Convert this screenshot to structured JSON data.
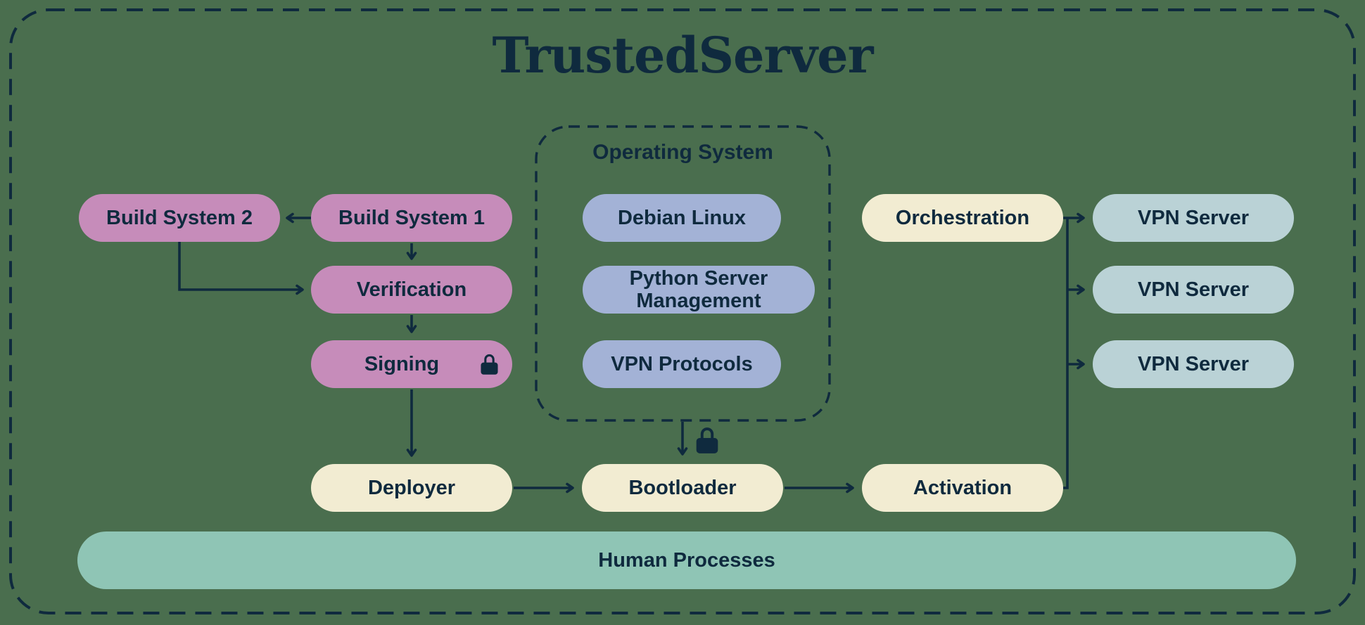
{
  "title": "TrustedServer",
  "groups": {
    "operating_system": {
      "label": "Operating System"
    }
  },
  "nodes": {
    "build_system_2": {
      "label": "Build System 2"
    },
    "build_system_1": {
      "label": "Build System 1"
    },
    "verification": {
      "label": "Verification"
    },
    "signing": {
      "label": "Signing",
      "icon": "lock-icon"
    },
    "debian_linux": {
      "label": "Debian Linux"
    },
    "python_server_management": {
      "label": "Python Server Management"
    },
    "vpn_protocols": {
      "label": "VPN Protocols"
    },
    "orchestration": {
      "label": "Orchestration"
    },
    "vpn_server_1": {
      "label": "VPN Server"
    },
    "vpn_server_2": {
      "label": "VPN Server"
    },
    "vpn_server_3": {
      "label": "VPN Server"
    },
    "deployer": {
      "label": "Deployer"
    },
    "bootloader": {
      "label": "Bootloader",
      "icon": "lock-icon"
    },
    "activation": {
      "label": "Activation"
    },
    "human_processes": {
      "label": "Human Processes"
    }
  },
  "edges": [
    {
      "from": "build_system_1",
      "to": "build_system_2"
    },
    {
      "from": "build_system_1",
      "to": "verification"
    },
    {
      "from": "build_system_2",
      "to": "verification"
    },
    {
      "from": "verification",
      "to": "signing"
    },
    {
      "from": "signing",
      "to": "deployer"
    },
    {
      "from": "operating_system",
      "to": "bootloader",
      "icon": "lock-icon"
    },
    {
      "from": "deployer",
      "to": "bootloader"
    },
    {
      "from": "bootloader",
      "to": "activation"
    },
    {
      "from": "activation",
      "to": "vpn_server_1"
    },
    {
      "from": "activation",
      "to": "vpn_server_2"
    },
    {
      "from": "activation",
      "to": "vpn_server_3"
    },
    {
      "from": "orchestration",
      "to": "vpn_server_1"
    }
  ],
  "colors": {
    "background": "#4A6E4E",
    "navy": "#0F2A3E",
    "pink": "#C68CBA",
    "blue": "#A3B2D6",
    "cream": "#F2ECD2",
    "teal": "#BAD2D6",
    "bar_teal": "#8FC5B5"
  }
}
